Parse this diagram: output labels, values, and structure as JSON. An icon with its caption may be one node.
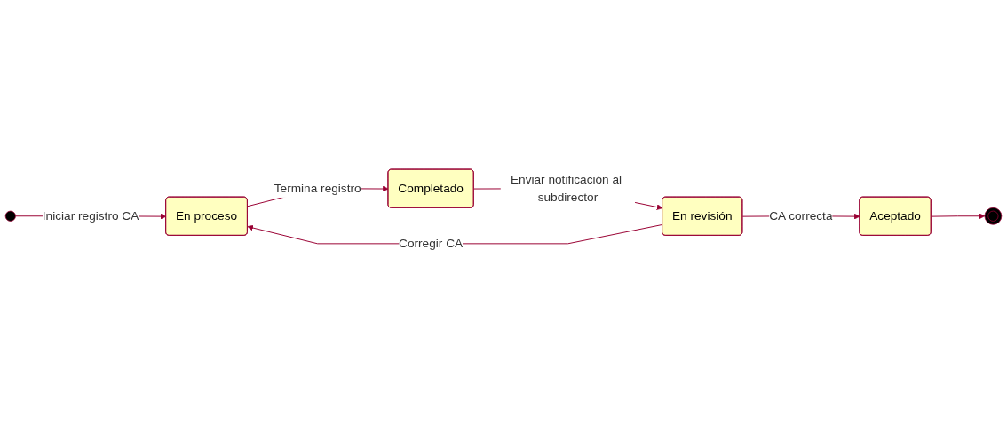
{
  "diagram": {
    "nodes": [
      {
        "text": [],
        "shape": "circle"
      },
      {
        "text": [
          "En proceso"
        ]
      },
      {
        "text": [
          "Completado"
        ]
      },
      {
        "text": [
          "En revisión"
        ]
      },
      {
        "text": [
          "Aceptado"
        ]
      },
      {
        "text": [],
        "shape": "circle"
      }
    ],
    "edges": [
      {
        "from": 0,
        "to": 1,
        "arrow": "to",
        "label": "Iniciar registro CA"
      },
      {
        "from": 1,
        "to": 2,
        "arrow": "to",
        "label": "Termina registro"
      },
      {
        "from": 2,
        "to": 3,
        "arrow": "to",
        "label": "Enviar notificación al subdirector"
      },
      {
        "from": 3,
        "to": 1,
        "arrow": "to",
        "label": "Corregir CA"
      },
      {
        "from": 3,
        "to": 4,
        "arrow": "to",
        "label": "CA correcta"
      },
      {
        "from": 4,
        "to": 5,
        "arrow": "to"
      }
    ]
  }
}
